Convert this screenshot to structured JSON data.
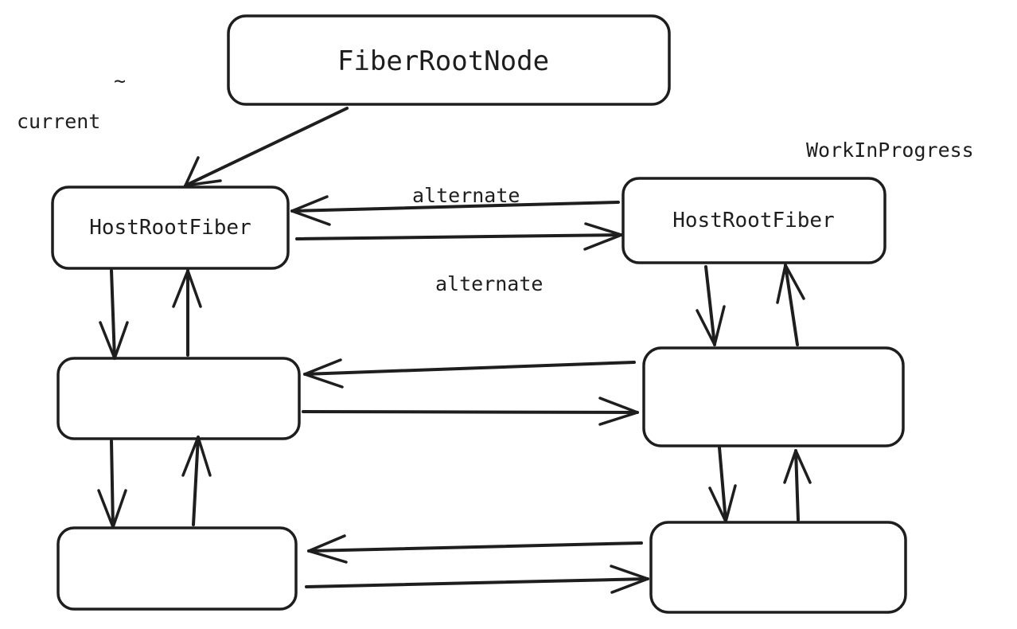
{
  "diagram": {
    "nodes": {
      "root": {
        "label": "FiberRootNode"
      },
      "current_0": {
        "label": "HostRootFiber"
      },
      "current_1": {
        "label": ""
      },
      "current_2": {
        "label": ""
      },
      "wip_0": {
        "label": "HostRootFiber"
      },
      "wip_1": {
        "label": ""
      },
      "wip_2": {
        "label": ""
      }
    },
    "labels": {
      "current": "current",
      "work_in_progress": "WorkInProgress",
      "alternate_top": "alternate",
      "alternate_bottom": "alternate",
      "tilde": "~"
    },
    "edges": [
      {
        "from": "root",
        "to": "current_0"
      },
      {
        "from": "current_0",
        "to": "current_1"
      },
      {
        "from": "current_1",
        "to": "current_0"
      },
      {
        "from": "current_1",
        "to": "current_2"
      },
      {
        "from": "current_2",
        "to": "current_1"
      },
      {
        "from": "wip_0",
        "to": "wip_1"
      },
      {
        "from": "wip_1",
        "to": "wip_0"
      },
      {
        "from": "wip_1",
        "to": "wip_2"
      },
      {
        "from": "wip_2",
        "to": "wip_1"
      },
      {
        "from": "wip_0",
        "to": "current_0"
      },
      {
        "from": "current_0",
        "to": "wip_0"
      },
      {
        "from": "wip_1",
        "to": "current_1"
      },
      {
        "from": "current_1",
        "to": "wip_1"
      },
      {
        "from": "wip_2",
        "to": "current_2"
      },
      {
        "from": "current_2",
        "to": "wip_2"
      }
    ]
  }
}
